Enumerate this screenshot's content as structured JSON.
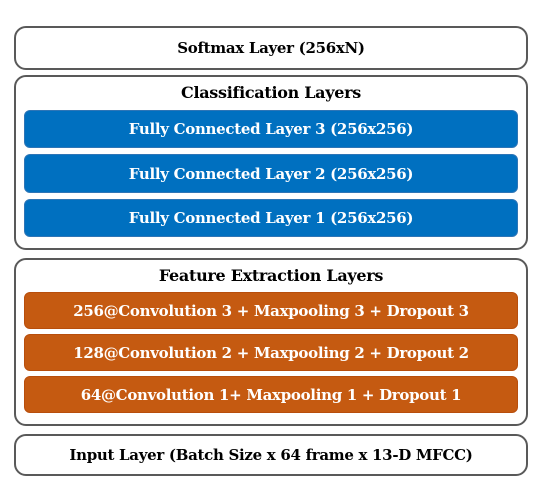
{
  "softmax_layer": "Softmax Layer (256xN)",
  "classification": {
    "title": "Classification Layers",
    "color": "#0070c0",
    "layers": [
      "Fully Connected Layer 3 (256x256)",
      "Fully Connected Layer 2 (256x256)",
      "Fully Connected Layer 1 (256x256)"
    ]
  },
  "feature_extraction": {
    "title": "Feature Extraction Layers",
    "color": "#c55a11",
    "layers": [
      "256@Convolution 3 + Maxpooling 3 + Dropout 3",
      "128@Convolution 2 + Maxpooling 2 + Dropout 2",
      "64@Convolution 1+ Maxpooling 1 + Dropout 1"
    ]
  },
  "input_layer": "Input Layer (Batch Size x 64 frame x 13-D MFCC)"
}
